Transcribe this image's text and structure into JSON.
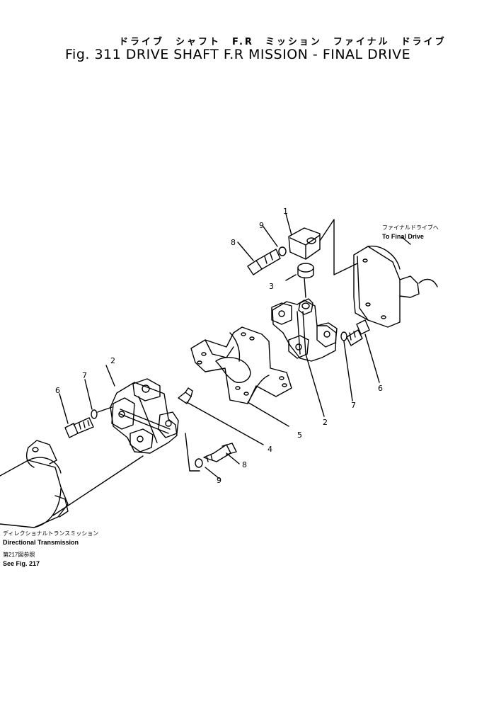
{
  "title": {
    "japanese": "ドライブ　シャフト　F.R　ミッション　ファイナル　ドライブ",
    "english": "Fig. 311 DRIVE SHAFT F.R MISSION - FINAL DRIVE"
  },
  "callouts": {
    "to_final_drive_jp": "ファイナルドライブへ",
    "to_final_drive_en": "To Final Drive",
    "directional_jp": "ディレクショナルトランスミッション",
    "directional_en": "Directional Transmission",
    "see_fig_jp": "第217図参照",
    "see_fig_en": "See Fig. 217"
  },
  "part_numbers": {
    "n1": "1",
    "n2a": "2",
    "n2b": "2",
    "n3": "3",
    "n4": "4",
    "n5": "5",
    "n6a": "6",
    "n6b": "6",
    "n7a": "7",
    "n7b": "7",
    "n8a": "8",
    "n8b": "8",
    "n9a": "9",
    "n9b": "9"
  }
}
